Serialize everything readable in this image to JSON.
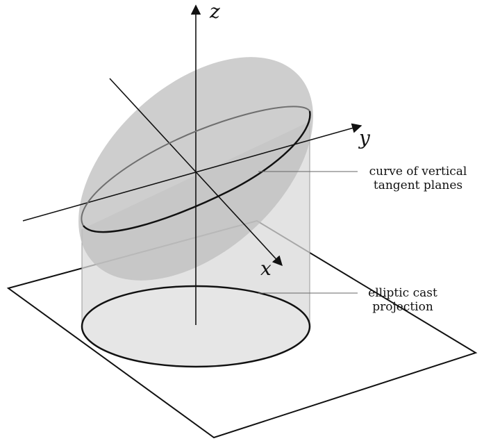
{
  "axes": {
    "x_label": "x",
    "y_label": "y",
    "z_label": "z"
  },
  "annotations": {
    "curve_line1": "curve of vertical",
    "curve_line2": "tangent planes",
    "cast_line1": "elliptic cast",
    "cast_line2": "projection"
  },
  "colors": {
    "ellipsoid_fill": "#bdbdbd",
    "cylinder_fill": "#d9d9d9",
    "projection_fill": "#e6e6e6",
    "plane_fill": "#ffffff",
    "stroke": "#111111"
  }
}
